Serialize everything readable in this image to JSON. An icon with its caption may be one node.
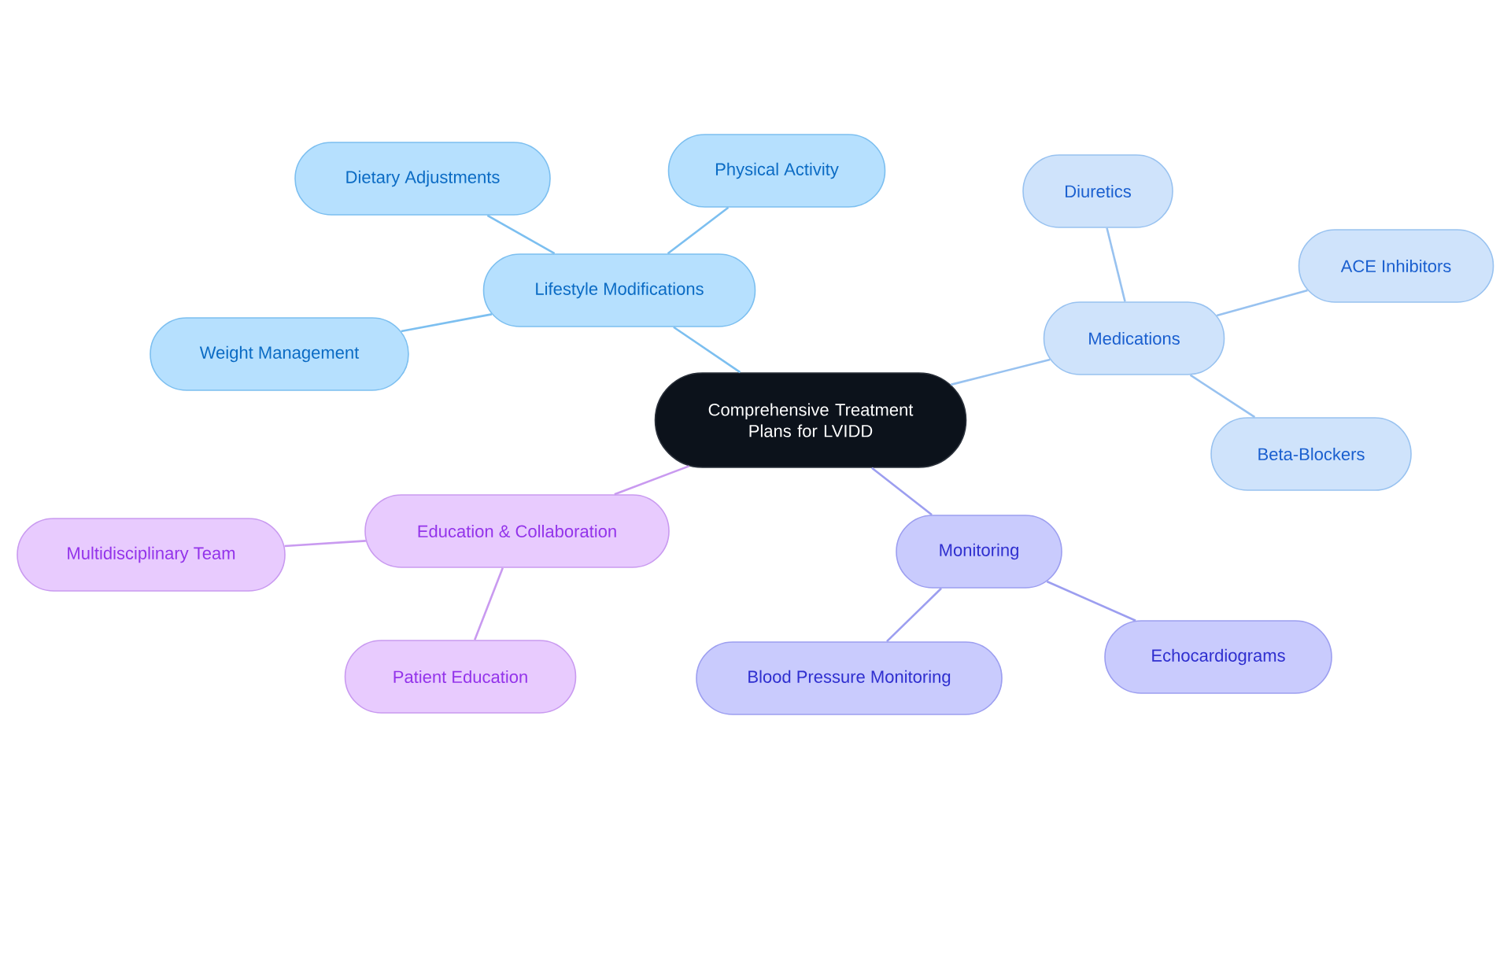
{
  "diagram": {
    "nodes": [
      {
        "text": [
          "Comprehensive Treatment Plans for LVIDD"
        ]
      },
      {
        "text": [
          "Lifestyle Modifications"
        ]
      },
      {
        "text": [
          "Dietary Adjustments"
        ]
      },
      {
        "text": [
          "Physical Activity"
        ]
      },
      {
        "text": [
          "Weight Management"
        ]
      },
      {
        "text": [
          "Medications"
        ]
      },
      {
        "text": [
          "Diuretics"
        ]
      },
      {
        "text": [
          "ACE Inhibitors"
        ]
      },
      {
        "text": [
          "Beta-Blockers"
        ]
      },
      {
        "text": [
          "Monitoring"
        ]
      },
      {
        "text": [
          "Blood Pressure Monitoring"
        ]
      },
      {
        "text": [
          "Echocardiograms"
        ]
      },
      {
        "text": [
          "Education & Collaboration"
        ]
      },
      {
        "text": [
          "Multidisciplinary Team"
        ]
      },
      {
        "text": [
          "Patient Education"
        ]
      }
    ],
    "edges": [
      {
        "from": 0,
        "to": 1,
        "arrow": "none",
        "color": "#7cbff0"
      },
      {
        "from": 1,
        "to": 2,
        "arrow": "none",
        "color": "#7cbff0"
      },
      {
        "from": 1,
        "to": 3,
        "arrow": "none",
        "color": "#7cbff0"
      },
      {
        "from": 1,
        "to": 4,
        "arrow": "none",
        "color": "#7cbff0"
      },
      {
        "from": 0,
        "to": 5,
        "arrow": "none",
        "color": "#98c2f0"
      },
      {
        "from": 5,
        "to": 6,
        "arrow": "none",
        "color": "#98c2f0"
      },
      {
        "from": 5,
        "to": 7,
        "arrow": "none",
        "color": "#98c2f0"
      },
      {
        "from": 5,
        "to": 8,
        "arrow": "none",
        "color": "#98c2f0"
      },
      {
        "from": 0,
        "to": 9,
        "arrow": "none",
        "color": "#9c9ef0"
      },
      {
        "from": 9,
        "to": 10,
        "arrow": "none",
        "color": "#9c9ef0"
      },
      {
        "from": 9,
        "to": 11,
        "arrow": "none",
        "color": "#9c9ef0"
      },
      {
        "from": 0,
        "to": 12,
        "arrow": "none",
        "color": "#c99af0"
      },
      {
        "from": 12,
        "to": 13,
        "arrow": "none",
        "color": "#c99af0"
      },
      {
        "from": 12,
        "to": 14,
        "arrow": "none",
        "color": "#c99af0"
      }
    ]
  }
}
